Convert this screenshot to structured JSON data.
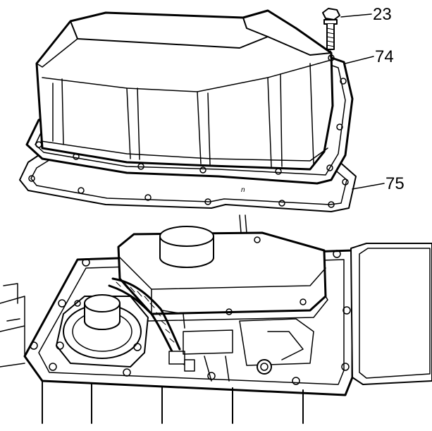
{
  "callouts": [
    {
      "id": "23",
      "label": "23"
    },
    {
      "id": "74",
      "label": "74"
    },
    {
      "id": "75",
      "label": "75"
    }
  ],
  "colors": {
    "ink": "#000000",
    "paper": "#ffffff"
  }
}
